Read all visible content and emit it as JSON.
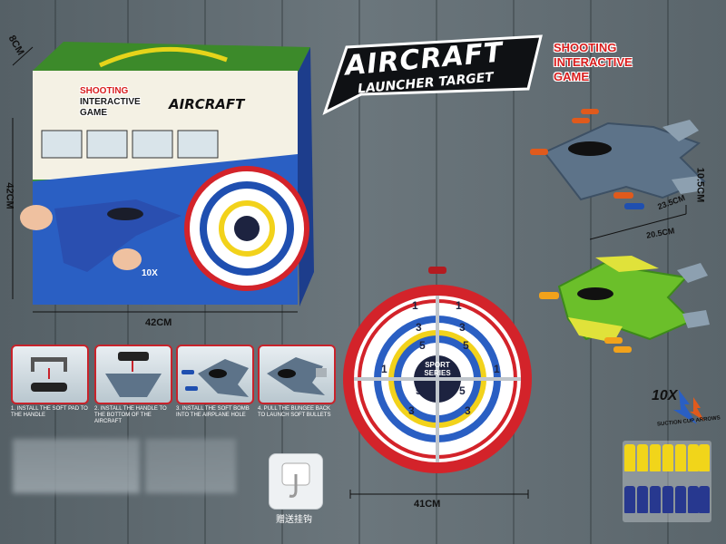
{
  "logo": {
    "title": "AIRCRAFT",
    "subtitle": "LAUNCHER TARGET"
  },
  "tagline": {
    "line1": "SHOOTING",
    "line2": "INTERACTIVE",
    "line3": "GAME"
  },
  "box_dims": {
    "depth": "8CM",
    "height": "42CM",
    "width": "42CM"
  },
  "target_dim": "41CM",
  "target_center": {
    "line1": "SPORT",
    "line2": "SERIES"
  },
  "target_numbers": [
    "1",
    "1",
    "3",
    "3",
    "5",
    "5",
    "5",
    "5",
    "3",
    "3",
    "1",
    "1"
  ],
  "plane_dims": {
    "length": "20.5CM",
    "width": "23.5CM",
    "height": "10.5CM"
  },
  "suction_badge": {
    "count": "10X",
    "text": "SUCTION CUP ARROWS"
  },
  "steps": [
    {
      "number": "1",
      "caption": "1. INSTALL THE SOFT PAD TO THE HANDLE"
    },
    {
      "number": "2",
      "caption": "2. INSTALL THE HANDLE TO THE BOTTOM OF THE AIRCRAFT"
    },
    {
      "number": "3",
      "caption": "3. INSTALL THE SOFT BOMB INTO THE AIRPLANE HOLE"
    },
    {
      "number": "4",
      "caption": "4. PULL THE BUNGEE BACK TO LAUNCH SOFT BULLETS"
    }
  ],
  "hook_label": "赠送挂钩",
  "colors": {
    "red": "#d3232a",
    "blue": "#1f4fb0",
    "yellow": "#f2d21b",
    "green": "#6bbf2a",
    "plane_gray": "#5d7389"
  }
}
